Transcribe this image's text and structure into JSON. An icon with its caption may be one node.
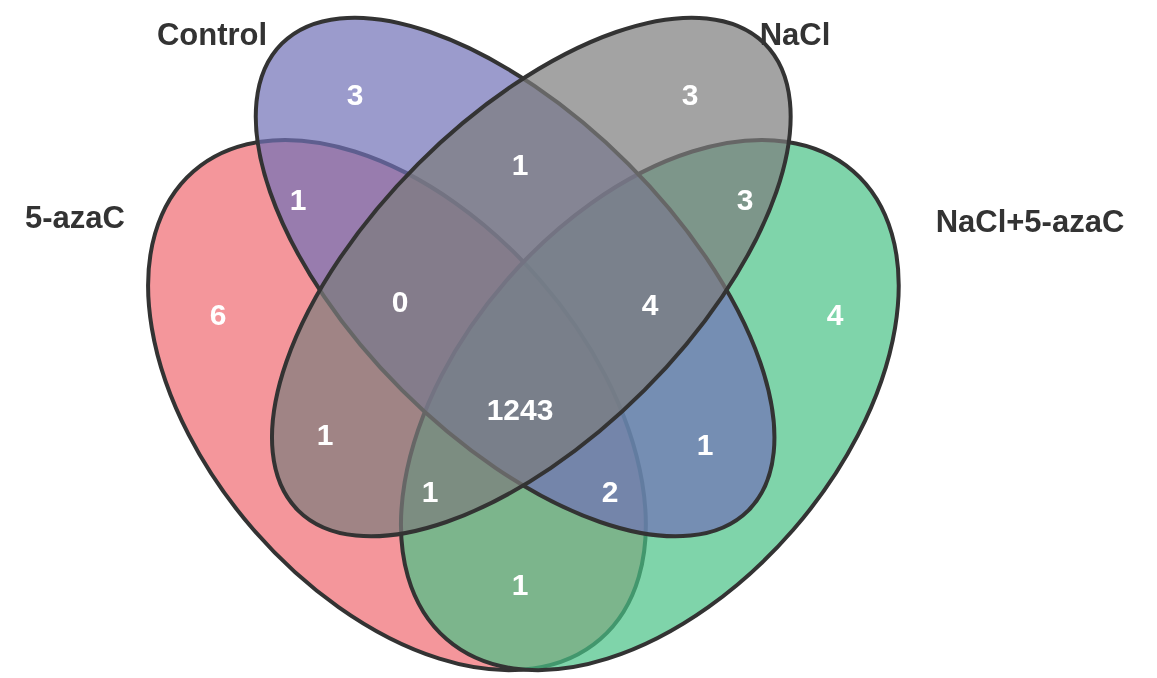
{
  "diagram": {
    "nodes": [
      {
        "text": [
          "5-azaC"
        ]
      },
      {
        "text": [
          "NaCl+5-azaC"
        ]
      },
      {
        "text": [
          "Control"
        ]
      },
      {
        "text": [
          "NaCl"
        ]
      }
    ],
    "labels": [
      "3",
      "3",
      "1",
      "1",
      "3",
      "6",
      "0",
      "4",
      "4",
      "1243",
      "1",
      "1",
      "1",
      "2",
      "1"
    ]
  }
}
